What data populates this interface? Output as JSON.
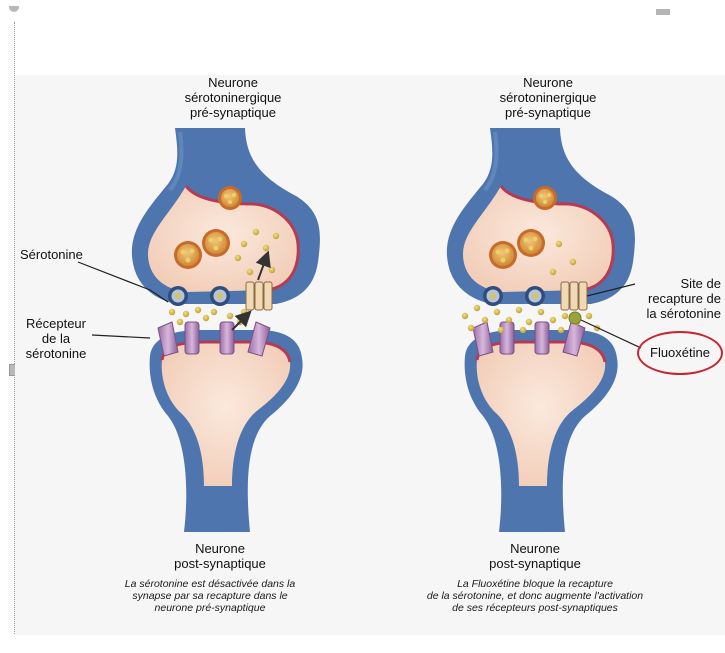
{
  "left": {
    "pre_neuron": [
      "Neurone",
      "sérotoninergique",
      "pré-synaptique"
    ],
    "label_serotonin": "Sérotonine",
    "label_receptor": [
      "Récepteur",
      "de la",
      "sérotonine"
    ],
    "post_neuron": [
      "Neurone",
      "post-synaptique"
    ],
    "caption": [
      "La sérotonine est désactivée dans la",
      "synapse par sa recapture dans le",
      "neurone pré-synaptique"
    ]
  },
  "right": {
    "pre_neuron": [
      "Neurone",
      "sérotoninergique",
      "pré-synaptique"
    ],
    "label_reuptake_site": [
      "Site de",
      "recapture de",
      "la sérotonine"
    ],
    "label_fluoxetine": "Fluoxétine",
    "post_neuron": [
      "Neurone",
      "post-synaptique"
    ],
    "caption": [
      "La Fluoxétine bloque la recapture",
      "de la sérotonine, et donc augmente l'activation",
      "de ses récepteurs post-synaptiques"
    ]
  },
  "colors": {
    "membrane": "#4e75ad",
    "cytoplasm": "#f7d9c7",
    "inner_edge": "#b83a52",
    "vesicle": "#c86a2a",
    "serotonin": "#d6bb4a",
    "receptor": "#b88fc0",
    "transporter": "#f1d9b3",
    "fluoxetine": "#9aa43c",
    "highlight_ring": "#c8262f"
  }
}
